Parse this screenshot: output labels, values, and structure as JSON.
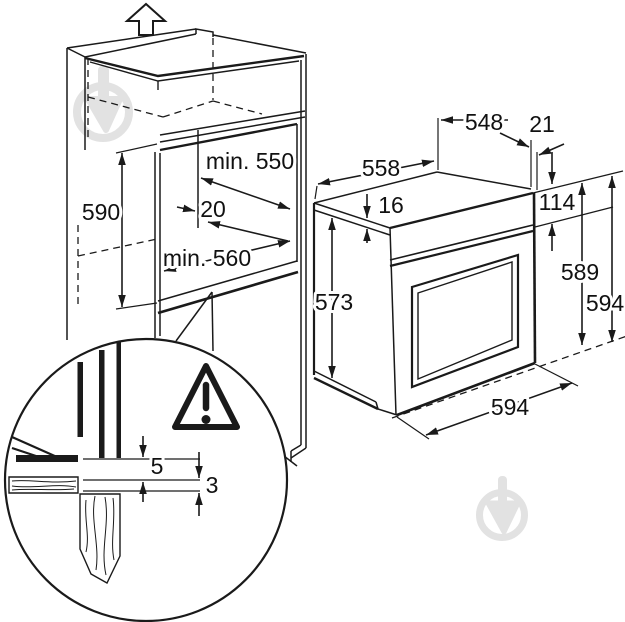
{
  "colors": {
    "line": "#1a1a1a",
    "watermark": "#e2e2e2",
    "background": "#ffffff"
  },
  "cabinet": {
    "height": "590",
    "niche_depth_min": "min. 550",
    "rear_gap": "20",
    "niche_width_min": "min. 560"
  },
  "oven": {
    "depth_top": "548",
    "front_overhang": "21",
    "width_top": "558",
    "top_edge": "16",
    "control_panel_height": "114",
    "side_height": "573",
    "height_rear": "589",
    "height_front": "594",
    "width_bottom": "594"
  },
  "detail": {
    "gap_upper": "5",
    "gap_lower": "3"
  },
  "icons": {
    "up_arrow": "up-arrow-icon",
    "warning": "warning-triangle-icon",
    "watermark": "trowel-ring-logo"
  }
}
